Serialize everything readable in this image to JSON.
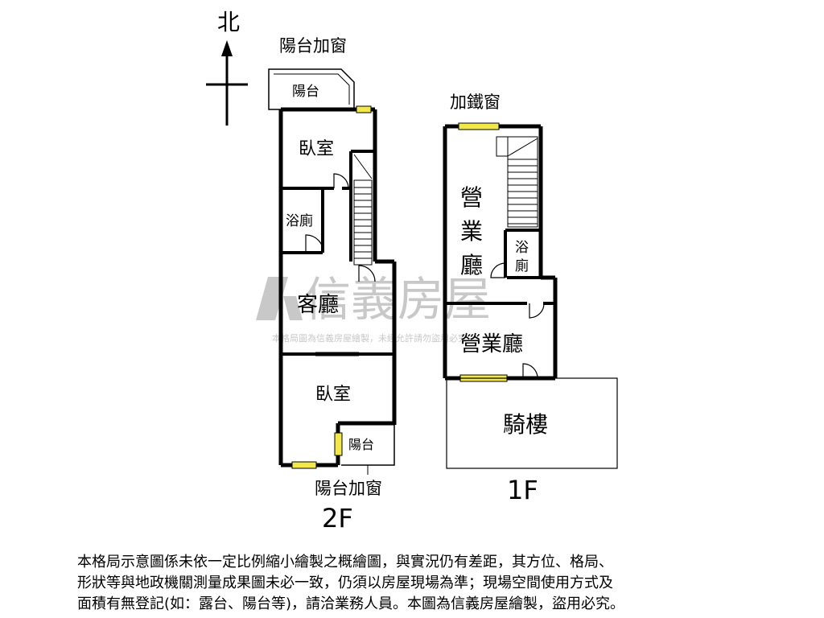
{
  "compass": {
    "north_label": "北"
  },
  "floor2": {
    "floor_label": "2F",
    "top_balcony_window_note": "陽台加窗",
    "top_balcony": "陽台",
    "bedroom_north": "臥室",
    "bathroom": "浴廁",
    "living_room": "客廳",
    "bedroom_south": "臥室",
    "bottom_balcony": "陽台",
    "bottom_balcony_window_note": "陽台加窗"
  },
  "floor1": {
    "floor_label": "1F",
    "iron_window_note": "加鐵窗",
    "business_hall_rear": "營業廳",
    "bathroom": "浴廁",
    "business_hall_front": "營業廳",
    "arcade": "騎樓"
  },
  "watermark": {
    "brand": "信義房屋",
    "subtext": "本格局圖為信義房屋繪製，未經允許請勿盜用必究"
  },
  "disclaimer": {
    "lines": [
      "本格局示意圖係未依一定比例縮小繪製之概繪圖，與實況仍有差距，其方位、格局、",
      "形狀等與地政機關測量成果圖未必一致，仍須以房屋現場為準；現場空間使用方式及",
      "面積有無登記(如：露台、陽台等)，請洽業務人員。本圖為信義房屋繪製，盜用必究。"
    ]
  },
  "colors": {
    "wall": "#000000",
    "window_fill": "#f2e84b",
    "watermark": "#c8c8c8"
  }
}
